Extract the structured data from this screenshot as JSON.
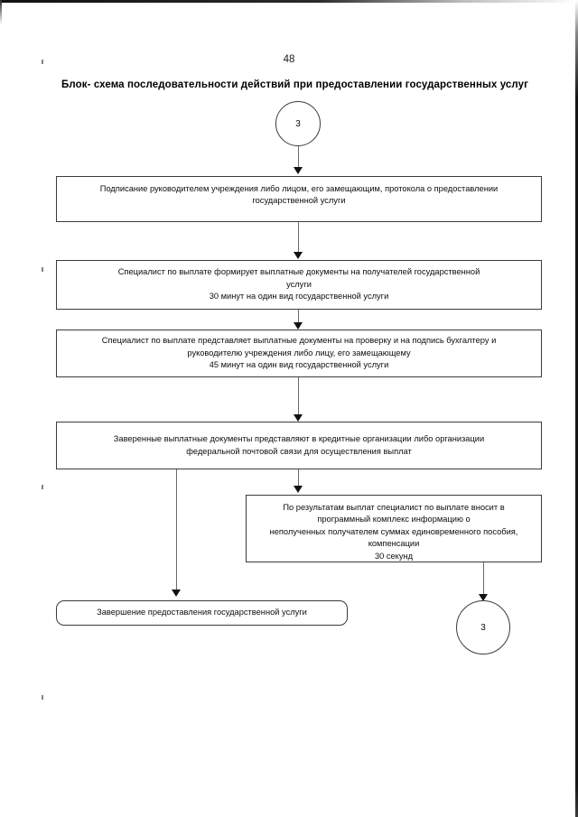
{
  "document": {
    "page_number": "48",
    "title": "Блок- схема последовательности действий при предоставлении государственных услуг"
  },
  "flow": {
    "connector_top": {
      "label": "3"
    },
    "connector_bottom": {
      "label": "3"
    },
    "steps": [
      {
        "id": "step-sign-protocol",
        "text": "Подписание руководителем учреждения либо лицом, его замещающим, протокола о предоставлении\nгосударственной услуги"
      },
      {
        "id": "step-form-documents",
        "text": "Специалист по выплате формирует выплатные документы на получателей государственной\nуслуги\n30 минут на один вид государственной услуги"
      },
      {
        "id": "step-submit-documents",
        "text": "Специалист по выплате представляет выплатные документы на проверку и на подпись бухгалтеру  и\nруководителю учреждения либо лицу, его замещающему\n45 минут на один вид государственной услуги"
      },
      {
        "id": "step-send-to-banks",
        "text": "Заверенные выплатные документы представляют в кредитные организации либо организации\nфедеральной почтовой связи для осуществления выплат"
      },
      {
        "id": "step-enter-results",
        "text": "По результатам выплат специалист по выплате вносит в\nпрограммный комплекс информацию о\nнеполученных получателем суммах единовременного пособия,\nкомпенсации\n30 секунд"
      }
    ],
    "terminal": {
      "id": "terminal-end",
      "text": "Завершение предоставления государственной услуги"
    }
  }
}
